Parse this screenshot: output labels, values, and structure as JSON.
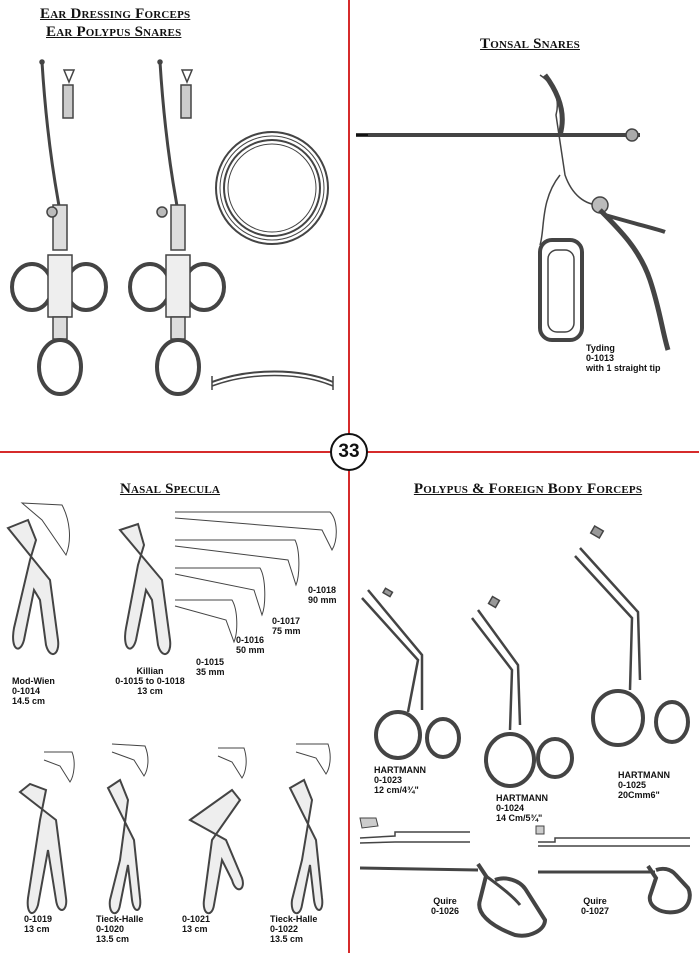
{
  "page": {
    "number": "33"
  },
  "colors": {
    "divider": "#d62b2b",
    "instrument_stroke": "#444444"
  },
  "sections": {
    "ear": {
      "title_line1": "Ear Dressing Forceps",
      "title_line2": "Ear Polypus Snares"
    },
    "tonsil": {
      "title": "Tonsal Snares",
      "label_name": "Tyding",
      "label_code": "0-1013",
      "label_note": "with 1 straight tip"
    },
    "nasal": {
      "title": "Nasal Specula",
      "items": [
        {
          "lines": [
            "Mod-Wien",
            "0-1014",
            "14.5 cm"
          ]
        },
        {
          "lines": [
            "Killian",
            "0-1015 to 0-1018",
            "13 cm"
          ]
        },
        {
          "lines": [
            "0-1015",
            "35 mm"
          ]
        },
        {
          "lines": [
            "0-1016",
            "50 mm"
          ]
        },
        {
          "lines": [
            "0-1017",
            "75 mm"
          ]
        },
        {
          "lines": [
            "0-1018",
            "90 mm"
          ]
        },
        {
          "lines": [
            "0-1019",
            "13 cm"
          ]
        },
        {
          "lines": [
            "Tieck-Halle",
            "0-1020",
            "13.5 cm"
          ]
        },
        {
          "lines": [
            "0-1021",
            "13 cm"
          ]
        },
        {
          "lines": [
            "Tieck-Halle",
            "0-1022",
            "13.5 cm"
          ]
        }
      ]
    },
    "polypus": {
      "title": "Polypus & Foreign Body Forceps",
      "items": [
        {
          "lines": [
            "HARTMANN",
            "0-1023",
            "12 cm/4¾\""
          ]
        },
        {
          "lines": [
            "HARTMANN",
            "0-1024",
            "14 Cm/5¾\""
          ]
        },
        {
          "lines": [
            "HARTMANN",
            "0-1025",
            "20Cmm6\""
          ]
        },
        {
          "lines": [
            "Quire",
            "0-1026"
          ]
        },
        {
          "lines": [
            "Quire",
            "0-1027"
          ]
        }
      ]
    }
  }
}
